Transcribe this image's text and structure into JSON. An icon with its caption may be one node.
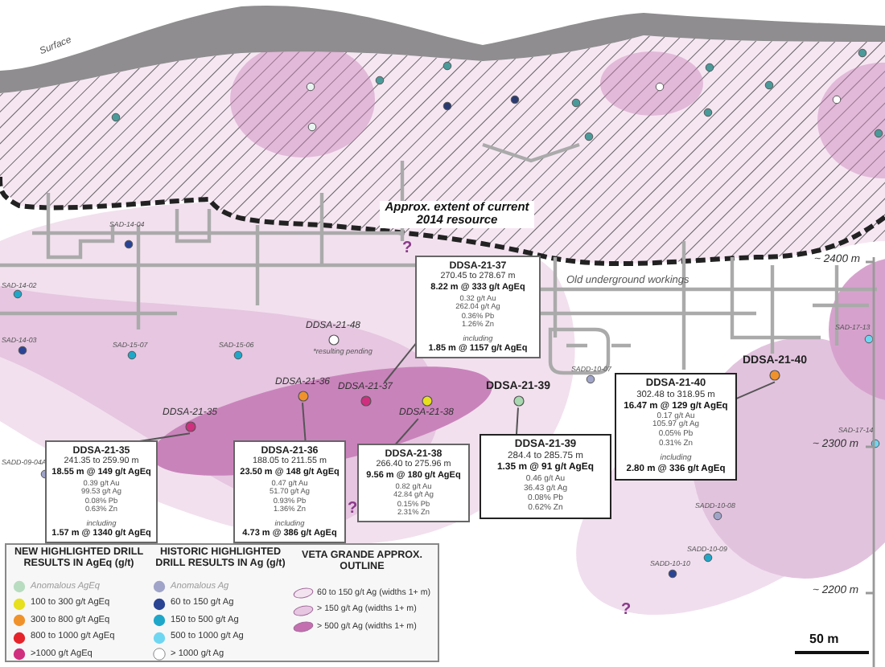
{
  "diagram": {
    "nodes": [
      {
        "text": [
          "DDSA-21-35",
          "241.35 to 259.90 m",
          "18.55 m @ 149 g/t AgEq",
          "0.39 g/t Au",
          "99.53 g/t Ag",
          "0.08% Pb",
          "0.63% Zn",
          "including",
          "1.57 m @ 1340 g/t AgEq"
        ]
      },
      {
        "text": [
          "DDSA-21-36",
          "188.05 to 211.55 m",
          "23.50 m @ 148 g/t AgEq",
          "0.47 g/t Au",
          "51.70 g/t Ag",
          "0.93% Pb",
          "1.36% Zn",
          "including",
          "4.73 m @ 386 g/t AgEq"
        ]
      },
      {
        "text": [
          "DDSA-21-37",
          "270.45 to 278.67 m",
          "8.22 m @ 333 g/t AgEq",
          "0.32 g/t Au",
          "262.04 g/t Ag",
          "0.36% Pb",
          "1.26% Zn",
          "including",
          "1.85 m @ 1157 g/t AgEq"
        ]
      },
      {
        "text": [
          "DDSA-21-38",
          "266.40 to 275.96 m",
          "9.56 m @ 180 g/t AgEq",
          "0.82 g/t Au",
          "42.84 g/t Ag",
          "0.15% Pb",
          "2.31% Zn"
        ]
      },
      {
        "text": [
          "DDSA-21-39",
          "284.4 to 285.75 m",
          "1.35 m @ 91 g/t AgEq",
          "0.46 g/t Au",
          "36.43 g/t Ag",
          "0.08% Pb",
          "0.62% Zn"
        ]
      },
      {
        "text": [
          "DDSA-21-40",
          "302.48 to 318.95 m",
          "16.47 m @ 129 g/t AgEq",
          "0.17 g/t Au",
          "105.97 g/t Ag",
          "0.05% Pb",
          "0.31% Zn",
          "including",
          "2.80 m @ 336 g/t AgEq"
        ]
      },
      {
        "text": [
          "DDSA-21-35"
        ]
      },
      {
        "text": [
          "DDSA-21-36"
        ]
      },
      {
        "text": [
          "DDSA-21-37"
        ]
      },
      {
        "text": [
          "DDSA-21-38"
        ]
      },
      {
        "text": [
          "DDSA-21-39"
        ]
      },
      {
        "text": [
          "DDSA-21-40"
        ]
      },
      {
        "text": [
          "DDSA-21-48"
        ],
        "beside": [
          "*resulting pending"
        ]
      }
    ],
    "edges": [
      {
        "from": 0,
        "to": 6,
        "arrow": "none"
      },
      {
        "from": 1,
        "to": 7,
        "arrow": "none"
      },
      {
        "from": 2,
        "to": 8,
        "arrow": "none"
      },
      {
        "from": 3,
        "to": 9,
        "arrow": "none"
      },
      {
        "from": 4,
        "to": 10,
        "arrow": "none"
      },
      {
        "from": 5,
        "to": 11,
        "arrow": "none"
      }
    ],
    "labels": [
      "Surface",
      "Approx. extent of current 2014 resource",
      "?",
      "SAD-14-04",
      "SAD-14-02",
      "Old underground workings",
      "~ 2400 m",
      "SAD-14-03",
      "SAD-15-07",
      "SAD-15-06",
      "SAD-17-13",
      "SADD-10-07",
      "SAD-17-14",
      "~ 2300 m",
      "SADD-09-04A",
      "?",
      "SADD-10-08",
      "SADD-10-09",
      "SADD-10-10",
      "~ 2200 m",
      "?",
      "NEW HIGHLIGHTED DRILL RESULTS IN AgEq (g/t)",
      "HISTORIC HIGHLIGHTED DRILL RESULTS IN Ag (g/t)",
      "VETA GRANDE APPROX. OUTLINE",
      "50 m"
    ],
    "legend": [
      {
        "text": "Anomalous AgEq",
        "color": "#b8dcc0"
      },
      {
        "text": "100 to 300 g/t AgEq",
        "color": "#e6e01e"
      },
      {
        "text": "300 to 800 g/t AgEq",
        "color": "#f0922c"
      },
      {
        "text": "800 to 1000 g/t AgEq",
        "color": "#e4242a"
      },
      {
        "text": ">1000 g/t AgEq",
        "color": "#d02f7f"
      },
      {
        "text": "Anomalous Ag",
        "color": "#a0a4c8"
      },
      {
        "text": "60 to 150 g/t Ag",
        "color": "#2a4494"
      },
      {
        "text": "150 to 500 g/t Ag",
        "color": "#1fa7c9"
      },
      {
        "text": "500 to 1000 g/t Ag",
        "color": "#6fd6f2"
      },
      {
        "text": "> 1000 g/t Ag",
        "color": "#ffffff"
      },
      {
        "text": "60 to 150 g/t Ag (widths 1+ m)",
        "color": "#f3e2ef"
      },
      {
        "text": "> 150 g/t Ag (widths 1+ m)",
        "color": "#e7c6e1"
      },
      {
        "text": "> 500 g/t Ag (widths 1+ m)",
        "color": "#c46fb0"
      }
    ]
  }
}
